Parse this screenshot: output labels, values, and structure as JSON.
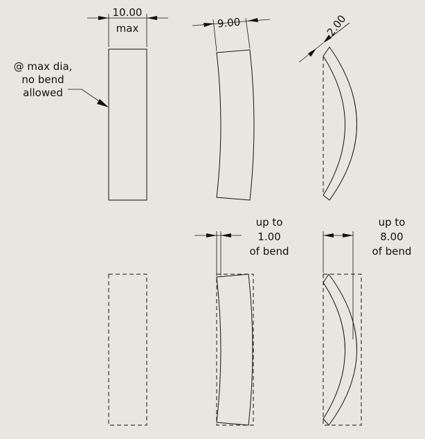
{
  "drawing": {
    "dim_a": {
      "value": "10.00",
      "suffix": "max"
    },
    "dim_b": {
      "value": "9.00"
    },
    "dim_c": {
      "value": "2.00"
    },
    "note_a": {
      "line1": "@ max dia,",
      "line2": "no bend",
      "line3": "allowed"
    },
    "dim_d": {
      "line1": "up to",
      "line2": "1.00",
      "line3": "of bend"
    },
    "dim_e": {
      "line1": "up to",
      "line2": "8.00",
      "line3": "of bend"
    }
  }
}
